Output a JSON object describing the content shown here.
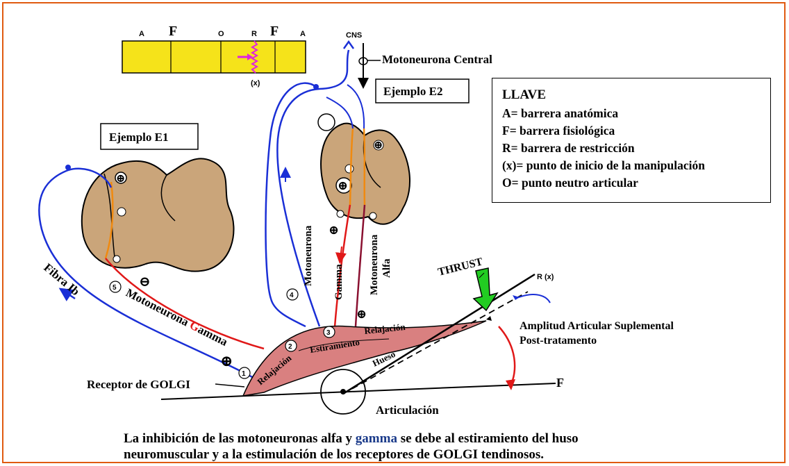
{
  "diagram": {
    "scale": {
      "letters": [
        "A",
        "F",
        "O",
        "R",
        "F",
        "A"
      ],
      "x_label": "(x)"
    },
    "cns_label": "CNS",
    "motoneurona_central": "Motoneurona Central",
    "ejemplo_e1": "Ejemplo E1",
    "ejemplo_e2": "Ejemplo E2",
    "key": {
      "title": "LLAVE",
      "items": [
        "A= barrera anatómica",
        "F= barrera fisiológica",
        "R= barrera de restricción",
        "(x)= punto de inicio de la manipulación",
        "O= punto neutro articular"
      ]
    },
    "labels": {
      "fibra_ib": "Fibra Ib",
      "motoneurona_gamma_pre": "Motoneurona ",
      "motoneurona_gamma_g": "G",
      "motoneurona_gamma_post": "amma",
      "motoneurona_vertical": "Motoneurona",
      "gamma": "Gamma",
      "motoneurona_alfa_1": "Motoneurona",
      "motoneurona_alfa_2": "Alfa",
      "thrust": "THRUST",
      "r_x": "R (x)",
      "amplitud_1": "Amplitud Articular Suplemental",
      "amplitud_2": "Post-tratamento",
      "relajacion_right": "Relajación",
      "estiramiento": "Estiramiento",
      "relajacion_left": "Relajación",
      "hueso": "Hueso",
      "f_label": "F",
      "receptor": "Receptor de GOLGI",
      "articulacion": "Articulación"
    },
    "symbols": {
      "plus": "⊕",
      "minus": "⊖"
    },
    "badges": [
      "1",
      "2",
      "3",
      "4",
      "5"
    ],
    "colors": {
      "nerve_blue": "#1a2fd6",
      "gamma_red": "#e01818",
      "alpha_maroon": "#8a1030",
      "spinal_orange": "#f08a10",
      "cord_tan": "#caa57a",
      "muscle_pink": "#d98080",
      "scale_yellow": "#f5e31a",
      "marker_magenta": "#e020e0",
      "thrust_green": "#22cc22",
      "frame_orange": "#e05a10"
    }
  },
  "caption": {
    "line1_pre": "La inhibición de las motoneuronas alfa y ",
    "line1_gamma": "gamma",
    "line1_post": " se debe al estiramiento del huso",
    "line2": "neuromuscular y a la estimulación de los receptores de GOLGI tendinosos."
  }
}
